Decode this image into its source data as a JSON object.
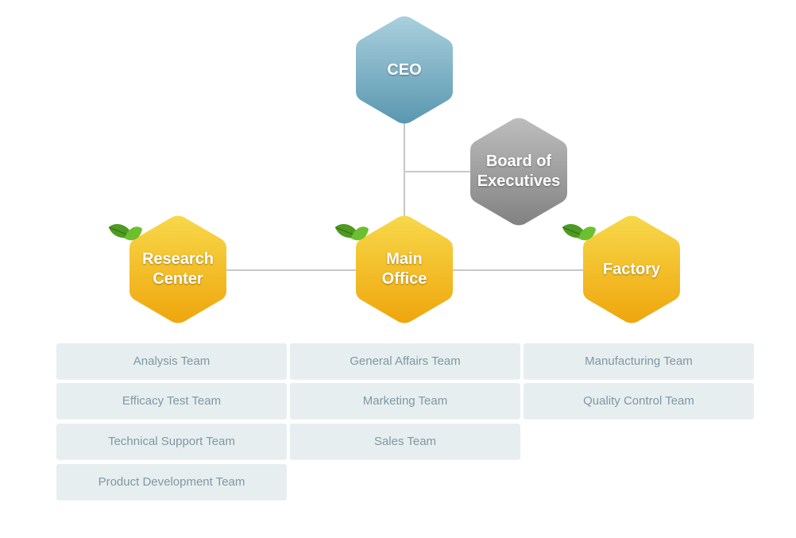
{
  "diagram": {
    "colors": {
      "ceo": "#6aa5bd",
      "board": "#8e8e8e",
      "division": "#f2b516",
      "connector": "#c8c8c8",
      "team_bg": "#e7eef0",
      "team_text": "#7f98a2",
      "leaf": "#4e9a22"
    },
    "ceo": {
      "label": "CEO"
    },
    "board": {
      "label": "Board of\nExecutives"
    },
    "divisions": [
      {
        "label": "Research\nCenter",
        "icon": "leaf-icon",
        "teams": [
          "Analysis Team",
          "Efficacy Test Team",
          "Technical Support Team",
          "Product Development Team"
        ]
      },
      {
        "label": "Main\nOffice",
        "icon": "leaf-icon",
        "teams": [
          "General Affairs Team",
          "Marketing Team",
          "Sales Team"
        ]
      },
      {
        "label": "Factory",
        "icon": "leaf-icon",
        "teams": [
          "Manufacturing Team",
          "Quality Control Team"
        ]
      }
    ]
  }
}
